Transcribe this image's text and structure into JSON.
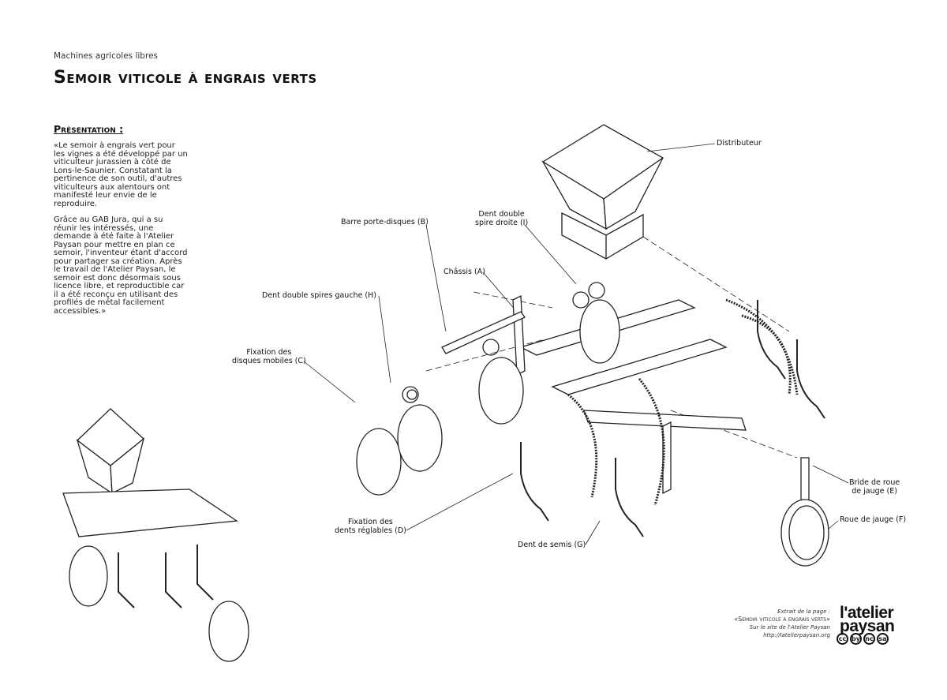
{
  "header": {
    "kicker": "Machines agricoles libres",
    "title": "Semoir viticole à engrais verts"
  },
  "presentation": {
    "heading": "Présentation :",
    "paragraphs": [
      "«Le semoir à engrais vert pour les vignes a été développé par un viticulteur jurassien à côté de Lons-le-Saunier. Constatant la pertinence de son outil, d'autres viticulteurs aux alentours ont manifesté leur envie de le reproduire.",
      "Grâce au GAB Jura, qui a su réunir les intéressés, une demande à été faite à l'Atelier Paysan pour mettre en plan ce semoir, l'inventeur étant d'accord pour partager sa création. Après le travail de l'Atelier Paysan, le semoir est donc désormais sous licence libre, et reproductible car il a été reconçu en utilisant des profilés de métal facilement accessibles.»"
    ]
  },
  "labels": {
    "distributeur": "Distributeur",
    "dent_droite_1": "Dent double",
    "dent_droite_2": "spire droite (I)",
    "barre": "Barre porte-disques (B)",
    "chassis": "Châssis (A)",
    "dent_gauche": "Dent double spires gauche (H)",
    "fix_disques_1": "Fixation des",
    "fix_disques_2": "disques mobiles (C)",
    "fix_dents_1": "Fixation des",
    "fix_dents_2": "dents réglables (D)",
    "dent_semis": "Dent de semis (G)",
    "bride_1": "Bride de roue",
    "bride_2": "de jauge (E)",
    "roue": "Roue de jauge (F)"
  },
  "credit": {
    "line1": "Extrait de la page :",
    "line2": "«Semoir viticole à engrais verts»",
    "line3": "Sur le site de l'Atelier Paysan",
    "line4": "http://latelierpaysan.org"
  },
  "logo": {
    "line1": "l'atelier",
    "line2": "paysan",
    "cc": [
      "cc",
      "by",
      "nc",
      "sa"
    ]
  }
}
